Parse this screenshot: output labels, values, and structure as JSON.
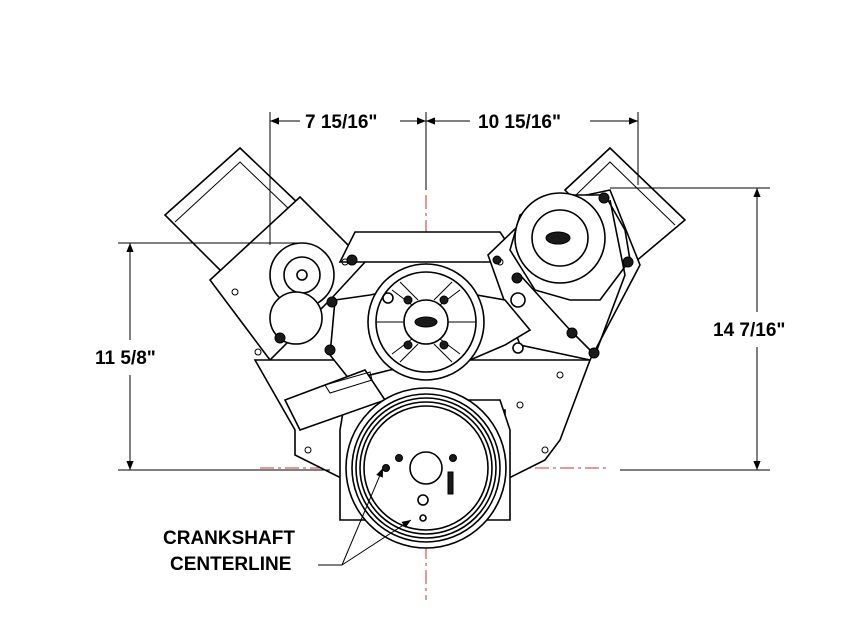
{
  "dimensions": {
    "left_offset": "7 15/16\"",
    "right_offset": "10 15/16\"",
    "left_height": "11 5/8\"",
    "right_height": "14 7/16\""
  },
  "callout": {
    "line1": "CRANKSHAFT",
    "line2": "CENTERLINE"
  },
  "colors": {
    "centerline": "#d03030",
    "ink": "#000000"
  }
}
